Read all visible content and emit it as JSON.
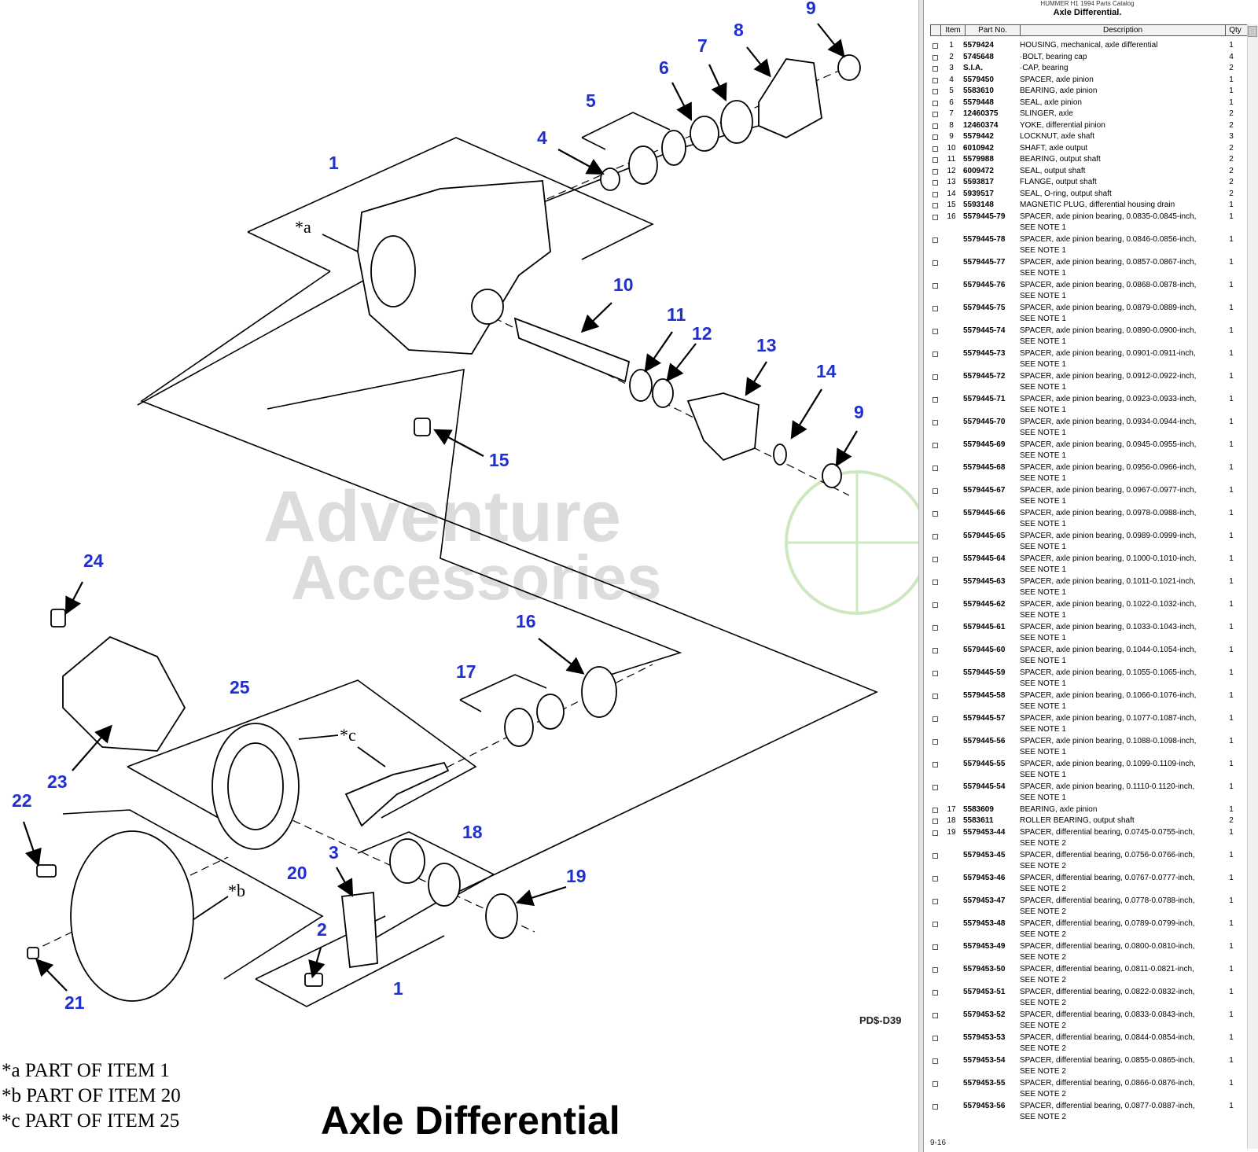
{
  "diagram": {
    "title": "Axle Differential",
    "reference_code": "PD$-D39",
    "watermark": {
      "line1": "Adventure",
      "line2": "Accessories"
    },
    "notes": [
      "*a PART OF ITEM 1",
      "*b PART OF ITEM 20",
      "*c PART OF ITEM 25"
    ],
    "part_markers": {
      "a": "*a",
      "b": "*b",
      "c": "*c"
    },
    "callouts": {
      "c1a": "1",
      "c1b": "1",
      "c2": "2",
      "c3": "3",
      "c4": "4",
      "c5": "5",
      "c6": "6",
      "c7": "7",
      "c8": "8",
      "c9a": "9",
      "c9b": "9",
      "c10": "10",
      "c11": "11",
      "c12": "12",
      "c13": "13",
      "c14": "14",
      "c15": "15",
      "c16": "16",
      "c17": "17",
      "c18": "18",
      "c19": "19",
      "c20": "20",
      "c21": "21",
      "c22": "22",
      "c23": "23",
      "c24": "24",
      "c25": "25"
    },
    "colors": {
      "callout": "#1f2fd0",
      "watermark": "#d9d9d9",
      "watermark_logo": "#c8e6b8"
    }
  },
  "catalog": {
    "catalog_title": "HUMMER H1 1994 Parts Catalog",
    "section_title": "Axle Differential.",
    "columns": {
      "item": "Item",
      "part": "Part No.",
      "description": "Description",
      "qty": "Qty"
    },
    "page_number": "9-16",
    "rows": [
      {
        "item": "1",
        "part": "5579424",
        "desc": [
          "HOUSING, mechanical, axle differential"
        ],
        "qty": "1"
      },
      {
        "item": "2",
        "part": "5745648",
        "desc": [
          "·BOLT, bearing cap"
        ],
        "qty": "4"
      },
      {
        "item": "3",
        "part": "S.I.A.",
        "desc": [
          "·CAP, bearing"
        ],
        "qty": "2"
      },
      {
        "item": "4",
        "part": "5579450",
        "desc": [
          "SPACER, axle pinion"
        ],
        "qty": "1"
      },
      {
        "item": "5",
        "part": "5583610",
        "desc": [
          "BEARING, axle pinion"
        ],
        "qty": "1"
      },
      {
        "item": "6",
        "part": "5579448",
        "desc": [
          "SEAL, axle pinion"
        ],
        "qty": "1"
      },
      {
        "item": "7",
        "part": "12460375",
        "desc": [
          "SLINGER, axle"
        ],
        "qty": "2"
      },
      {
        "item": "8",
        "part": "12460374",
        "desc": [
          "YOKE, differential pinion"
        ],
        "qty": "2"
      },
      {
        "item": "9",
        "part": "5579442",
        "desc": [
          "LOCKNUT, axle shaft"
        ],
        "qty": "3"
      },
      {
        "item": "10",
        "part": "6010942",
        "desc": [
          "SHAFT, axle output"
        ],
        "qty": "2"
      },
      {
        "item": "11",
        "part": "5579988",
        "desc": [
          "BEARING, output shaft"
        ],
        "qty": "2"
      },
      {
        "item": "12",
        "part": "6009472",
        "desc": [
          "SEAL, output shaft"
        ],
        "qty": "2"
      },
      {
        "item": "13",
        "part": "5593817",
        "desc": [
          "FLANGE, output shaft"
        ],
        "qty": "2"
      },
      {
        "item": "14",
        "part": "5939517",
        "desc": [
          "SEAL, O-ring, output shaft"
        ],
        "qty": "2"
      },
      {
        "item": "15",
        "part": "5593148",
        "desc": [
          "MAGNETIC PLUG, differential housing drain"
        ],
        "qty": "1"
      },
      {
        "item": "16",
        "part": "5579445-79",
        "desc": [
          "SPACER, axle pinion bearing, 0.0835-0.0845-inch,",
          "SEE NOTE 1"
        ],
        "qty": "1"
      },
      {
        "item": "",
        "part": "5579445-78",
        "desc": [
          "SPACER, axle pinion bearing, 0.0846-0.0856-inch,",
          "SEE NOTE 1"
        ],
        "qty": "1"
      },
      {
        "item": "",
        "part": "5579445-77",
        "desc": [
          "SPACER, axle pinion bearing, 0.0857-0.0867-inch,",
          "SEE NOTE 1"
        ],
        "qty": "1"
      },
      {
        "item": "",
        "part": "5579445-76",
        "desc": [
          "SPACER, axle pinion bearing, 0.0868-0.0878-inch,",
          "SEE NOTE 1"
        ],
        "qty": "1"
      },
      {
        "item": "",
        "part": "5579445-75",
        "desc": [
          "SPACER, axle pinion bearing, 0.0879-0.0889-inch,",
          "SEE NOTE 1"
        ],
        "qty": "1"
      },
      {
        "item": "",
        "part": "5579445-74",
        "desc": [
          "SPACER, axle pinion bearing, 0.0890-0.0900-inch,",
          "SEE NOTE 1"
        ],
        "qty": "1"
      },
      {
        "item": "",
        "part": "5579445-73",
        "desc": [
          "SPACER, axle pinion bearing, 0.0901-0.0911-inch,",
          "SEE NOTE 1"
        ],
        "qty": "1"
      },
      {
        "item": "",
        "part": "5579445-72",
        "desc": [
          "SPACER, axle pinion bearing, 0.0912-0.0922-inch,",
          "SEE NOTE 1"
        ],
        "qty": "1"
      },
      {
        "item": "",
        "part": "5579445-71",
        "desc": [
          "SPACER, axle pinion bearing, 0.0923-0.0933-inch,",
          "SEE NOTE 1"
        ],
        "qty": "1"
      },
      {
        "item": "",
        "part": "5579445-70",
        "desc": [
          "SPACER, axle pinion bearing, 0.0934-0.0944-inch,",
          "SEE NOTE 1"
        ],
        "qty": "1"
      },
      {
        "item": "",
        "part": "5579445-69",
        "desc": [
          "SPACER, axle pinion bearing, 0.0945-0.0955-inch,",
          "SEE NOTE 1"
        ],
        "qty": "1"
      },
      {
        "item": "",
        "part": "5579445-68",
        "desc": [
          "SPACER, axle pinion bearing, 0.0956-0.0966-inch,",
          "SEE NOTE 1"
        ],
        "qty": "1"
      },
      {
        "item": "",
        "part": "5579445-67",
        "desc": [
          "SPACER, axle pinion bearing, 0.0967-0.0977-inch,",
          "SEE NOTE 1"
        ],
        "qty": "1"
      },
      {
        "item": "",
        "part": "5579445-66",
        "desc": [
          "SPACER, axle pinion bearing, 0.0978-0.0988-inch,",
          "SEE NOTE 1"
        ],
        "qty": "1"
      },
      {
        "item": "",
        "part": "5579445-65",
        "desc": [
          "SPACER, axle pinion bearing, 0.0989-0.0999-inch,",
          "SEE NOTE 1"
        ],
        "qty": "1"
      },
      {
        "item": "",
        "part": "5579445-64",
        "desc": [
          "SPACER, axle pinion bearing, 0.1000-0.1010-inch,",
          "SEE NOTE 1"
        ],
        "qty": "1"
      },
      {
        "item": "",
        "part": "5579445-63",
        "desc": [
          "SPACER, axle pinion bearing, 0.1011-0.1021-inch,",
          "SEE NOTE 1"
        ],
        "qty": "1"
      },
      {
        "item": "",
        "part": "5579445-62",
        "desc": [
          "SPACER, axle pinion bearing, 0.1022-0.1032-inch,",
          "SEE NOTE 1"
        ],
        "qty": "1"
      },
      {
        "item": "",
        "part": "5579445-61",
        "desc": [
          "SPACER, axle pinion bearing, 0.1033-0.1043-inch,",
          "SEE NOTE 1"
        ],
        "qty": "1"
      },
      {
        "item": "",
        "part": "5579445-60",
        "desc": [
          "SPACER, axle pinion bearing, 0.1044-0.1054-inch,",
          "SEE NOTE 1"
        ],
        "qty": "1"
      },
      {
        "item": "",
        "part": "5579445-59",
        "desc": [
          "SPACER, axle pinion bearing, 0.1055-0.1065-inch,",
          "SEE NOTE 1"
        ],
        "qty": "1"
      },
      {
        "item": "",
        "part": "5579445-58",
        "desc": [
          "SPACER, axle pinion bearing, 0.1066-0.1076-inch,",
          "SEE NOTE 1"
        ],
        "qty": "1"
      },
      {
        "item": "",
        "part": "5579445-57",
        "desc": [
          "SPACER, axle pinion bearing, 0.1077-0.1087-inch,",
          "SEE NOTE 1"
        ],
        "qty": "1"
      },
      {
        "item": "",
        "part": "5579445-56",
        "desc": [
          "SPACER, axle pinion bearing, 0.1088-0.1098-inch,",
          "SEE NOTE 1"
        ],
        "qty": "1"
      },
      {
        "item": "",
        "part": "5579445-55",
        "desc": [
          "SPACER, axle pinion bearing, 0.1099-0.1109-inch,",
          "SEE NOTE 1"
        ],
        "qty": "1"
      },
      {
        "item": "",
        "part": "5579445-54",
        "desc": [
          "SPACER, axle pinion bearing, 0.1110-0.1120-inch,",
          "SEE NOTE 1"
        ],
        "qty": "1"
      },
      {
        "item": "17",
        "part": "5583609",
        "desc": [
          "BEARING, axle pinion"
        ],
        "qty": "1"
      },
      {
        "item": "18",
        "part": "5583611",
        "desc": [
          "ROLLER BEARING, output shaft"
        ],
        "qty": "2"
      },
      {
        "item": "19",
        "part": "5579453-44",
        "desc": [
          "SPACER, differential bearing, 0.0745-0.0755-inch,",
          "SEE NOTE 2"
        ],
        "qty": "1"
      },
      {
        "item": "",
        "part": "5579453-45",
        "desc": [
          "SPACER, differential bearing, 0.0756-0.0766-inch,",
          "SEE NOTE 2"
        ],
        "qty": "1"
      },
      {
        "item": "",
        "part": "5579453-46",
        "desc": [
          "SPACER, differential bearing, 0.0767-0.0777-inch,",
          "SEE NOTE 2"
        ],
        "qty": "1"
      },
      {
        "item": "",
        "part": "5579453-47",
        "desc": [
          "SPACER, differential bearing, 0.0778-0.0788-inch,",
          "SEE NOTE 2"
        ],
        "qty": "1"
      },
      {
        "item": "",
        "part": "5579453-48",
        "desc": [
          "SPACER, differential bearing, 0.0789-0.0799-inch,",
          "SEE NOTE 2"
        ],
        "qty": "1"
      },
      {
        "item": "",
        "part": "5579453-49",
        "desc": [
          "SPACER, differential bearing, 0.0800-0.0810-inch,",
          "SEE NOTE 2"
        ],
        "qty": "1"
      },
      {
        "item": "",
        "part": "5579453-50",
        "desc": [
          "SPACER, differential bearing, 0.0811-0.0821-inch,",
          "SEE NOTE 2"
        ],
        "qty": "1"
      },
      {
        "item": "",
        "part": "5579453-51",
        "desc": [
          "SPACER, differential bearing, 0.0822-0.0832-inch,",
          "SEE NOTE 2"
        ],
        "qty": "1"
      },
      {
        "item": "",
        "part": "5579453-52",
        "desc": [
          "SPACER, differential bearing, 0.0833-0.0843-inch,",
          "SEE NOTE 2"
        ],
        "qty": "1"
      },
      {
        "item": "",
        "part": "5579453-53",
        "desc": [
          "SPACER, differential bearing, 0.0844-0.0854-inch,",
          "SEE NOTE 2"
        ],
        "qty": "1"
      },
      {
        "item": "",
        "part": "5579453-54",
        "desc": [
          "SPACER, differential bearing, 0.0855-0.0865-inch,",
          "SEE NOTE 2"
        ],
        "qty": "1"
      },
      {
        "item": "",
        "part": "5579453-55",
        "desc": [
          "SPACER, differential bearing, 0.0866-0.0876-inch,",
          "SEE NOTE 2"
        ],
        "qty": "1"
      },
      {
        "item": "",
        "part": "5579453-56",
        "desc": [
          "SPACER, differential bearing, 0.0877-0.0887-inch,",
          "SEE NOTE 2"
        ],
        "qty": "1"
      }
    ]
  }
}
